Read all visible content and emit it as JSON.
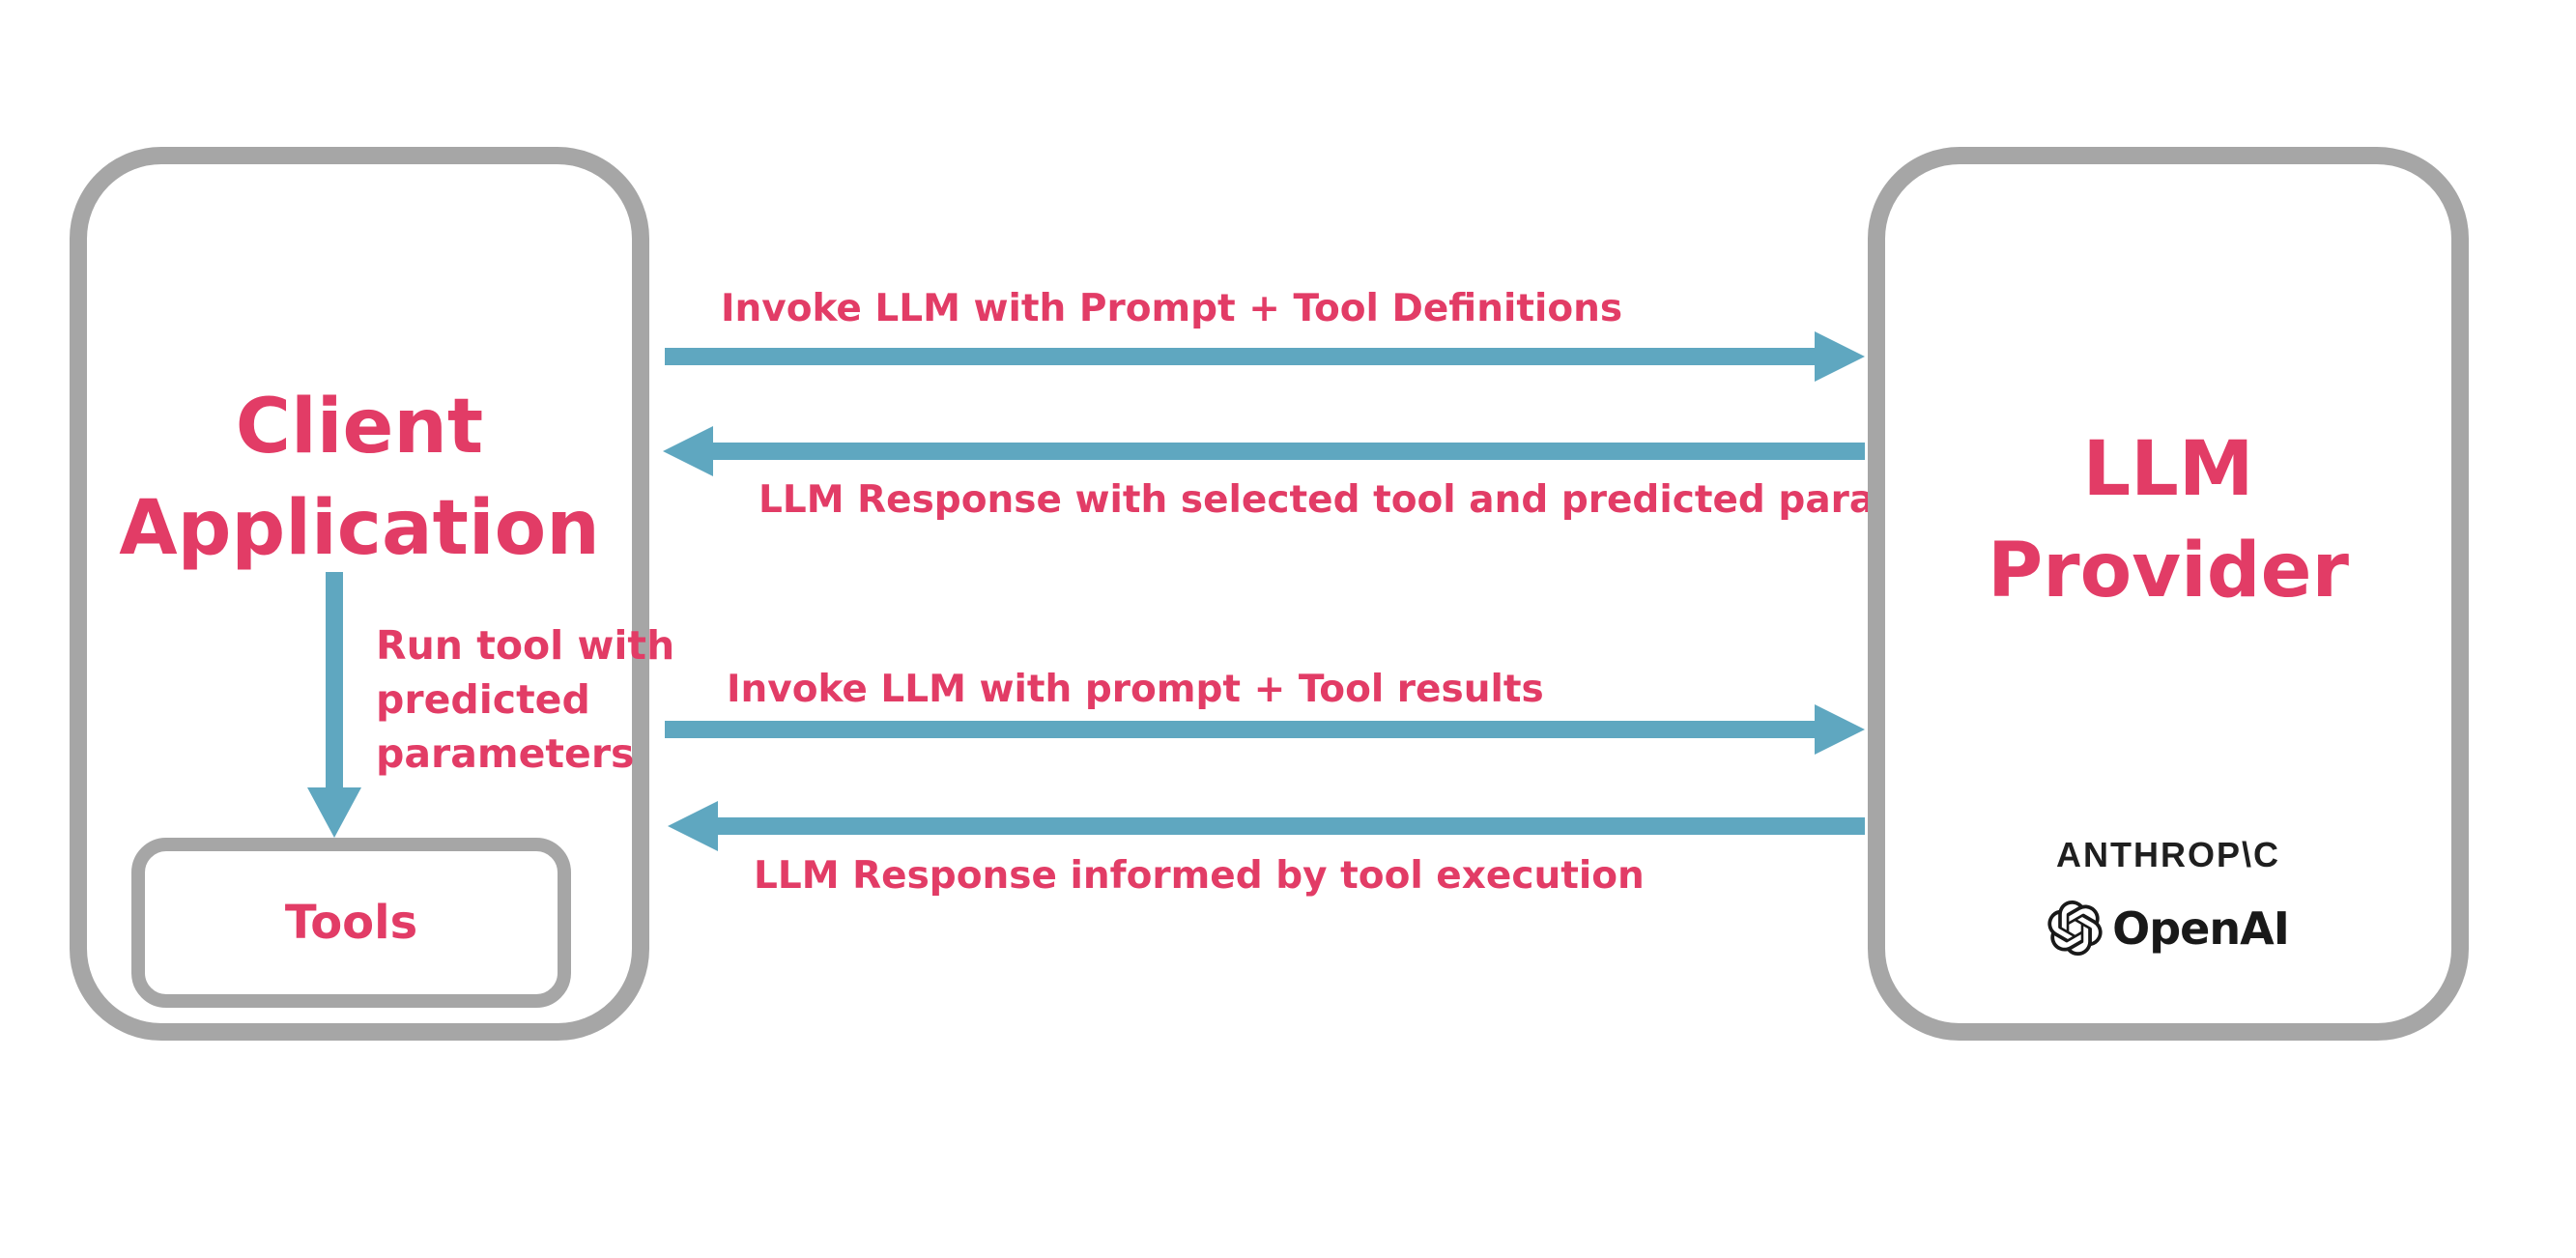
{
  "client": {
    "title_line1": "Client",
    "title_line2": "Application",
    "run_tool_label": "Run tool with predicted parameters",
    "tools_label": "Tools"
  },
  "provider": {
    "title_line1": "LLM",
    "title_line2": "Provider",
    "logos": {
      "anthropic": "ANTHROP\\C",
      "openai": "OpenAI"
    }
  },
  "messages": [
    {
      "direction": "right",
      "label": "Invoke LLM with Prompt + Tool Definitions"
    },
    {
      "direction": "left",
      "label": "LLM Response with selected tool and predicted parameters"
    },
    {
      "direction": "right",
      "label": "Invoke LLM with prompt + Tool results"
    },
    {
      "direction": "left",
      "label": "LLM Response informed by tool execution"
    }
  ],
  "colors": {
    "text_pink": "#E23C66",
    "arrow_blue": "#5FA7C0",
    "border_gray": "#A6A6A6",
    "logo_black": "#191919"
  }
}
